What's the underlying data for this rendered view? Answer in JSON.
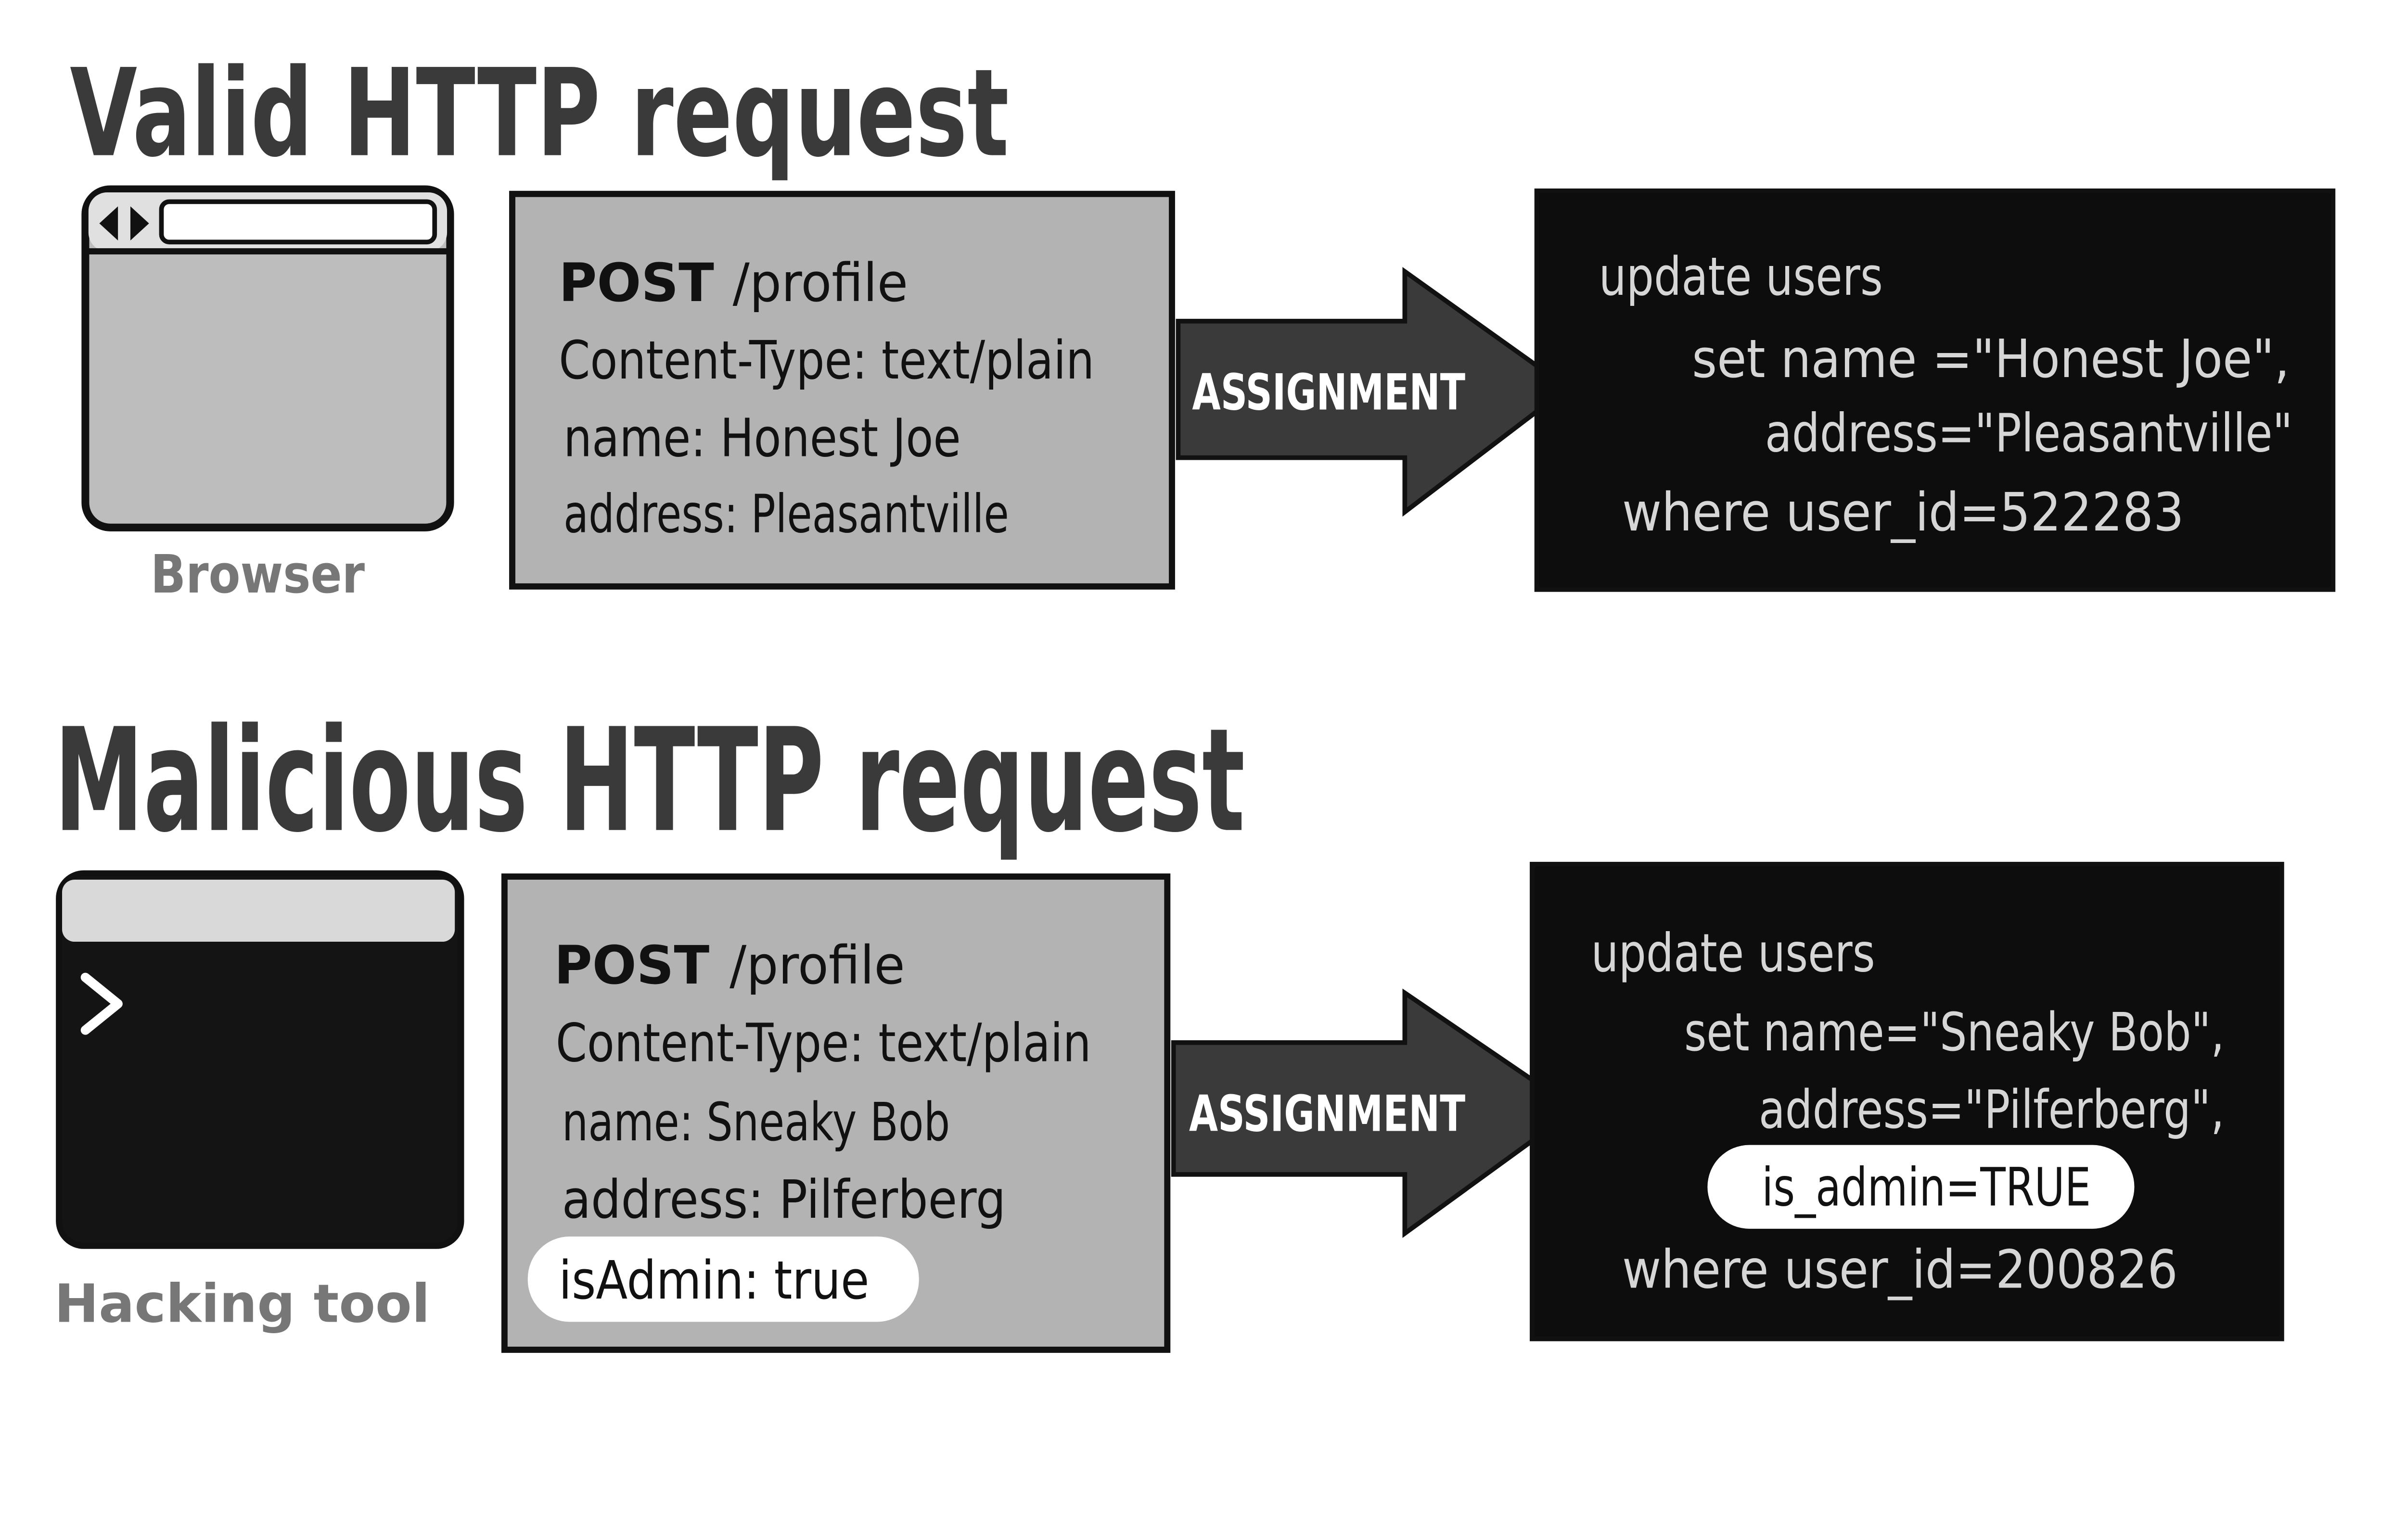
{
  "valid": {
    "title": "Valid HTTP request",
    "client_label": "Browser",
    "client_icon": "browser-window-icon",
    "request": {
      "method": "POST",
      "path": "/profile",
      "lines": [
        "Content-Type: text/plain",
        "name: Honest Joe",
        "address: Pleasantville"
      ]
    },
    "arrow_label": "ASSIGNMENT",
    "sql": {
      "lines": [
        "update users",
        "set name  =\"Honest Joe\",",
        "address=\"Pleasantville\"",
        "where user_id=522283"
      ]
    }
  },
  "malicious": {
    "title": "Malicious HTTP request",
    "client_label": "Hacking tool",
    "client_icon": "terminal-icon",
    "request": {
      "method": "POST",
      "path": "/profile",
      "lines": [
        "Content-Type: text/plain",
        "name: Sneaky Bob",
        "address: Pilferberg"
      ],
      "highlight": "isAdmin: true"
    },
    "arrow_label": "ASSIGNMENT",
    "sql": {
      "lines": [
        "update users",
        "set name=\"Sneaky Bob\",",
        "address=\"Pilferberg\",",
        "where user_id=200826"
      ],
      "highlight": "is_admin=TRUE"
    }
  },
  "colors": {
    "request_box": "#b3b3b3",
    "sql_box": "#0d0d0d",
    "arrow": "#3a3a3a",
    "highlight": "#ffffff"
  }
}
